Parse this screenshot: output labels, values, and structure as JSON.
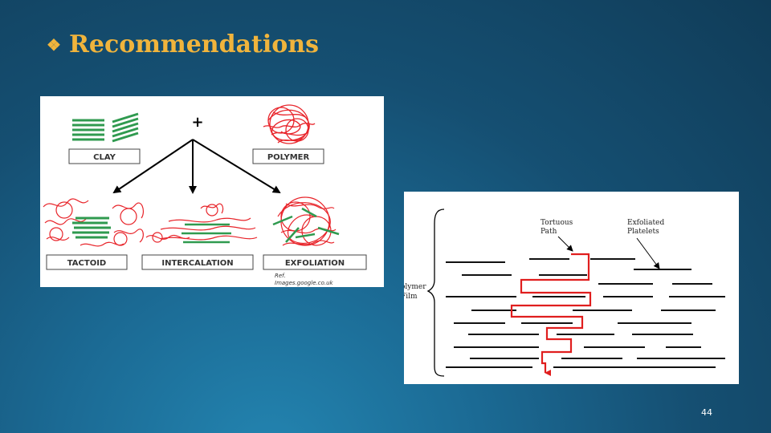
{
  "slide": {
    "bullet": "❖",
    "title": "Recommendations",
    "page_number": "44"
  },
  "left_figure": {
    "plus": "+",
    "labels": {
      "clay": "CLAY",
      "polymer": "POLYMER",
      "tactoid": "TACTOID",
      "intercalation": "INTERCALATION",
      "exfoliation": "EXFOLIATION"
    },
    "ref_line1": "Ref.",
    "ref_line2": "Images.google.co.uk"
  },
  "right_figure": {
    "tortuous_line1": "Tortuous",
    "tortuous_line2": "Path",
    "exfoliated_line1": "Exfoliated",
    "exfoliated_line2": "Platelets",
    "film_line1": "olymer",
    "film_line2": "Film"
  },
  "colors": {
    "title": "#f0b43c",
    "polymer_red": "#e8242a",
    "clay_green": "#2f9a4f",
    "path_red": "#e01e1e"
  }
}
